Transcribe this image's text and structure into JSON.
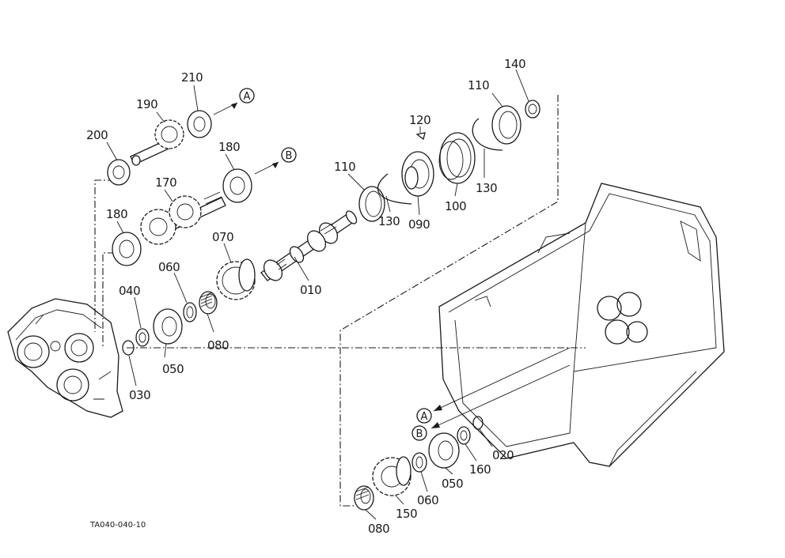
{
  "drawing_code": "TA040-040-10",
  "refs": {
    "a": "A",
    "b": "B"
  },
  "labels": {
    "l210": "210",
    "l190": "190",
    "l200": "200",
    "l180a": "180",
    "l170": "170",
    "l180b": "180",
    "l070": "070",
    "l060a": "060",
    "l040": "040",
    "l050a": "050",
    "l080a": "080",
    "l030": "030",
    "l010": "010",
    "l110a": "110",
    "l130a": "130",
    "l120": "120",
    "l090": "090",
    "l100": "100",
    "l130b": "130",
    "l110b": "110",
    "l140": "140",
    "l020": "020",
    "l160": "160",
    "l050b": "050",
    "l060b": "060",
    "l150": "150",
    "l080b": "080"
  }
}
